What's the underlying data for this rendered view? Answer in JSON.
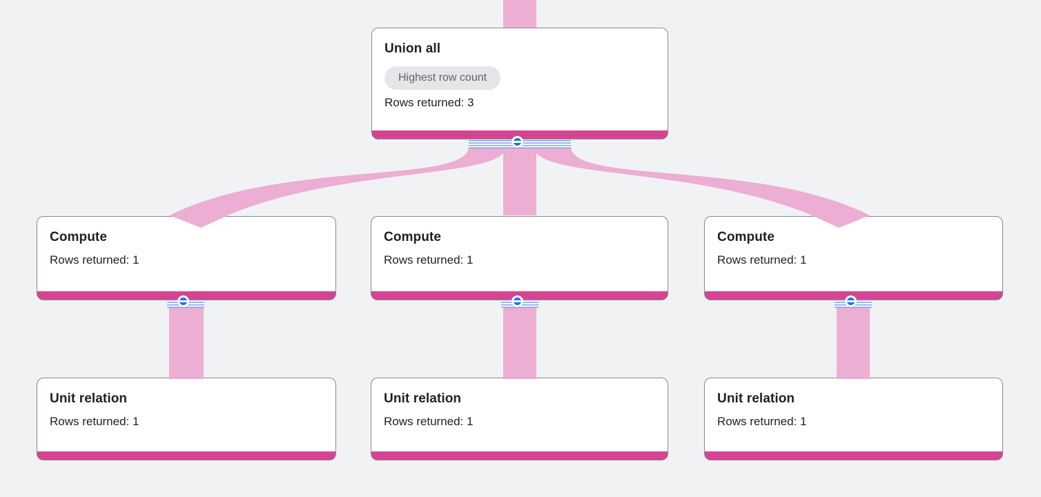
{
  "graph": {
    "kind": "query-execution-graph"
  },
  "colors": {
    "canvas_bg": "#f1f2f4",
    "edge_ribbon": "#ecaed3",
    "stage_accent": "#d54492",
    "collapse_button_blue": "#1a73e8",
    "rail_stripe_blue": "#7da0e8",
    "node_border": "#85898e",
    "node_bg": "#ffffff",
    "title_text": "#202124",
    "badge_bg": "#e5e6e9",
    "badge_text": "#5f6368"
  },
  "nodes": [
    {
      "id": "union-all",
      "title": "Union all",
      "badge": "Highest row count",
      "rows": "Rows returned: 3"
    },
    {
      "id": "compute-left",
      "title": "Compute",
      "rows": "Rows returned: 1"
    },
    {
      "id": "compute-center",
      "title": "Compute",
      "rows": "Rows returned: 1"
    },
    {
      "id": "compute-right",
      "title": "Compute",
      "rows": "Rows returned: 1"
    },
    {
      "id": "unit-relation-left",
      "title": "Unit relation",
      "rows": "Rows returned: 1"
    },
    {
      "id": "unit-relation-center",
      "title": "Unit relation",
      "rows": "Rows returned: 1"
    },
    {
      "id": "unit-relation-right",
      "title": "Unit relation",
      "rows": "Rows returned: 1"
    }
  ],
  "edges": [
    {
      "id": "edge-top-into-union",
      "target": "union-all"
    },
    {
      "id": "edge-union-compute-left",
      "source": "union-all",
      "target": "compute-left"
    },
    {
      "id": "edge-union-compute-center",
      "source": "union-all",
      "target": "compute-center"
    },
    {
      "id": "edge-union-compute-right",
      "source": "union-all",
      "target": "compute-right"
    },
    {
      "id": "edge-compute-unit-left",
      "source": "compute-left",
      "target": "unit-relation-left"
    },
    {
      "id": "edge-compute-unit-center",
      "source": "compute-center",
      "target": "unit-relation-center"
    },
    {
      "id": "edge-compute-unit-right",
      "source": "compute-right",
      "target": "unit-relation-right"
    }
  ],
  "controls": {
    "collapse_icon": "minus-circle-icon"
  }
}
